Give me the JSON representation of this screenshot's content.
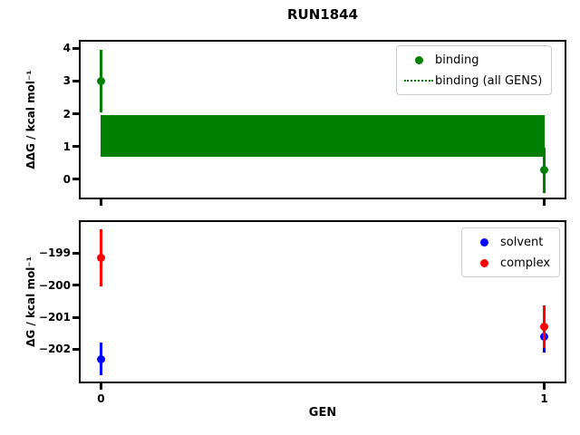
{
  "figure": {
    "title": "RUN1844",
    "background": "#ffffff",
    "text_color": "#000000"
  },
  "chart_data": [
    {
      "type": "scatter",
      "title": "RUN1844",
      "ylabel": "ΔΔG / kcal mol⁻¹",
      "xlabel": "",
      "xlim": [
        -0.05,
        1.05
      ],
      "ylim": [
        -0.62,
        4.26
      ],
      "yticks": [
        0,
        1,
        2,
        3,
        4
      ],
      "xticks": [
        0,
        1
      ],
      "show_xticklabels": false,
      "grid": false,
      "series": [
        {
          "name": "binding",
          "color": "#008000",
          "marker": "circle",
          "x": [
            0,
            1
          ],
          "y": [
            3.0,
            0.27
          ],
          "yerr": [
            0.95,
            0.7
          ]
        }
      ],
      "band": {
        "name": "binding (all GENS)",
        "color": "#008000",
        "x_range": [
          0,
          1
        ],
        "y_range": [
          0.67,
          1.95
        ]
      },
      "legend": {
        "position": "upper right",
        "items": [
          {
            "label": "binding",
            "symbol": "dot",
            "color": "#008000"
          },
          {
            "label": "binding (all GENS)",
            "symbol": "dotted-line",
            "color": "#008000"
          }
        ]
      }
    },
    {
      "type": "scatter",
      "title": "",
      "ylabel": "ΔG / kcal mol⁻¹",
      "xlabel": "GEN",
      "xlim": [
        -0.05,
        1.05
      ],
      "ylim": [
        -203.06,
        -197.98
      ],
      "yticks": [
        -202,
        -201,
        -200,
        -199
      ],
      "xticks": [
        0,
        1
      ],
      "xticklabels": [
        "0",
        "1"
      ],
      "show_xticklabels": true,
      "grid": false,
      "series": [
        {
          "name": "solvent",
          "color": "#0000ff",
          "marker": "circle",
          "x": [
            0,
            1
          ],
          "y": [
            -202.3,
            -201.6
          ],
          "yerr": [
            0.5,
            0.5
          ]
        },
        {
          "name": "complex",
          "color": "#ff0000",
          "marker": "circle",
          "x": [
            0,
            1
          ],
          "y": [
            -199.15,
            -201.3
          ],
          "yerr": [
            0.88,
            0.66
          ]
        }
      ],
      "legend": {
        "position": "upper right",
        "items": [
          {
            "label": "solvent",
            "symbol": "dot",
            "color": "#0000ff"
          },
          {
            "label": "complex",
            "symbol": "dot",
            "color": "#ff0000"
          }
        ]
      }
    }
  ]
}
